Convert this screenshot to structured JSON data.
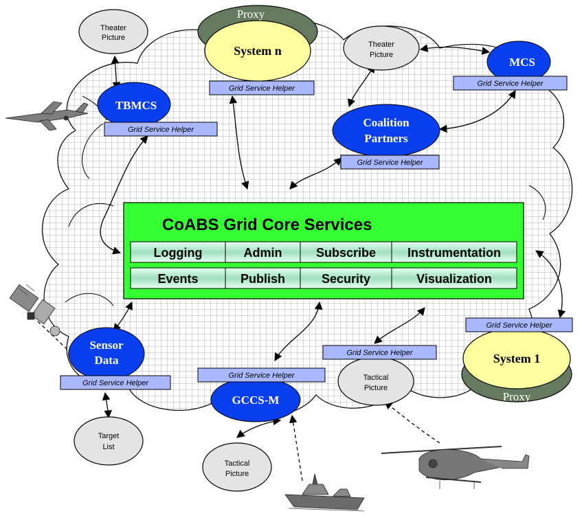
{
  "core": {
    "title": "CoABS Grid Core Services",
    "row1": [
      "Logging",
      "Admin",
      "Subscribe",
      "Instrumentation"
    ],
    "row2": [
      "Events",
      "Publish",
      "Security",
      "Visualization"
    ],
    "color": "#33ff33"
  },
  "helper_label": "Grid Service Helper",
  "nodes": {
    "tbmcs": "TBMCS",
    "coalition_line1": "Coalition",
    "coalition_line2": "Partners",
    "mcs": "MCS",
    "sensor_line1": "Sensor",
    "sensor_line2": "Data",
    "gccs": "GCCS-M"
  },
  "systems": {
    "system_n": "System n",
    "system_1": "System 1",
    "proxy": "Proxy"
  },
  "ovals": {
    "theater_picture_line1": "Theater",
    "theater_picture_line2": "Picture",
    "tactical_picture_line1": "Tactical",
    "tactical_picture_line2": "Picture",
    "target_list_line1": "Target",
    "target_list_line2": "List"
  },
  "colors": {
    "node_blue": "#0a3ff0",
    "helper_blue": "#aab8ff",
    "system_yellow": "#ffffa0",
    "proxy_green": "#667a60",
    "grey_oval": "#e4e4e4",
    "cloud_grid": "#9a9a9a"
  }
}
